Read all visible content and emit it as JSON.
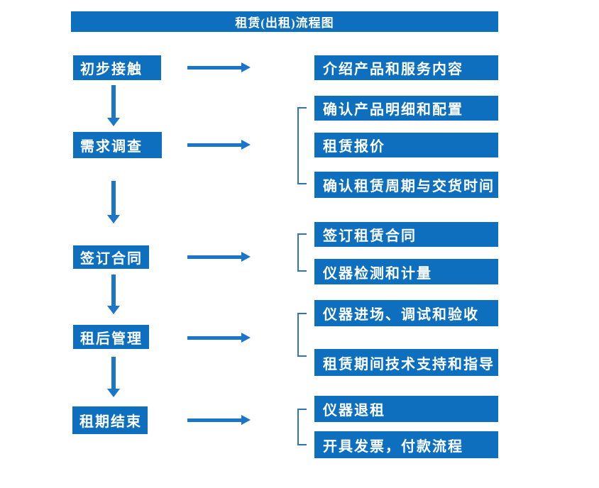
{
  "title": "租赁(出租)流程图",
  "steps": [
    {
      "label": "初步接触",
      "outputs": [
        "介绍产品和服务内容"
      ]
    },
    {
      "label": "需求调查",
      "outputs": [
        "确认产品明细和配置",
        "租赁报价",
        "确认租赁周期与交货时间"
      ]
    },
    {
      "label": "签订合同",
      "outputs": [
        "签订租赁合同",
        "仪器检测和计量"
      ]
    },
    {
      "label": "租后管理",
      "outputs": [
        "仪器进场、调试和验收",
        "租赁期间技术支持和指导"
      ]
    },
    {
      "label": "租期结束",
      "outputs": [
        "仪器退租",
        "开具发票，付款流程"
      ]
    }
  ],
  "colors": {
    "box_fill": "#0D6FBE",
    "arrow_color": "#1B76C9",
    "bracket_color": "#2E75B6",
    "box_text": "#FFFFFF",
    "page_bg": "#FFFFFF"
  }
}
